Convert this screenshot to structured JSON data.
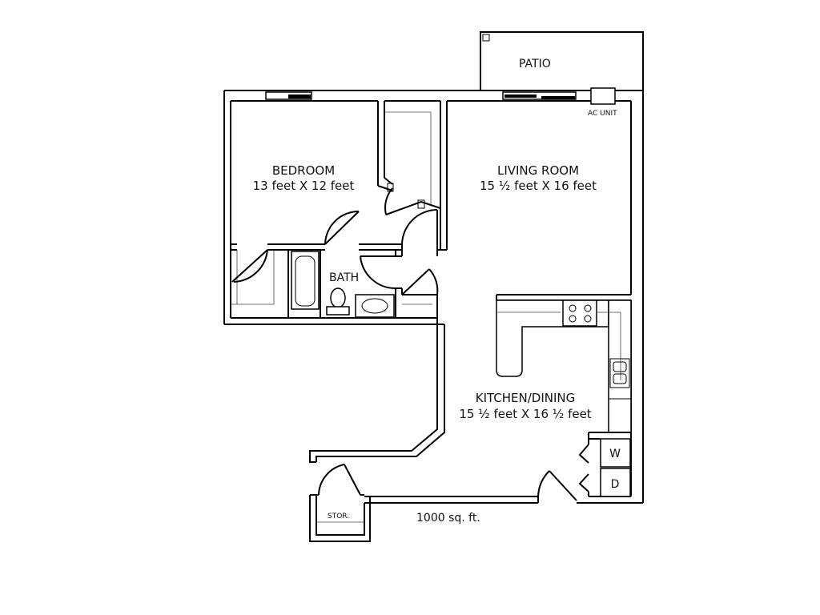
{
  "labels": {
    "patio": "PATIO",
    "ac_unit": "AC UNIT",
    "bedroom_name": "BEDROOM",
    "bedroom_size": "13 feet X 12 feet",
    "living_name": "LIVING ROOM",
    "living_size": "15 ½ feet X 16  feet",
    "bath": "BATH",
    "kitchen_name": "KITCHEN/DINING",
    "kitchen_size": "15 ½ feet X 16 ½ feet",
    "washer": "W",
    "dryer": "D",
    "storage": "STOR.",
    "total_area": "1000 sq. ft."
  },
  "colors": {
    "line": "#000000",
    "background": "#ffffff",
    "text": "#111111"
  }
}
